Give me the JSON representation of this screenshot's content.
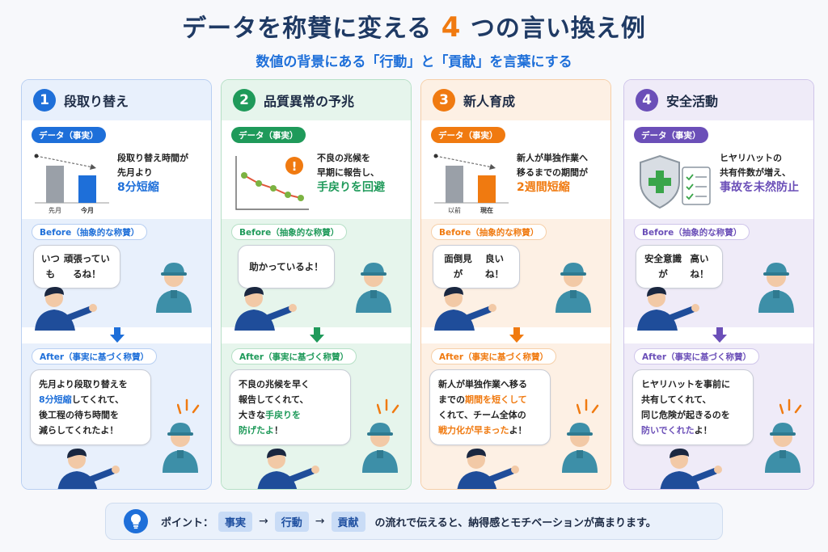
{
  "title": {
    "pre": "データを称賛に変える ",
    "num": "4",
    "post": " つの言い換え例"
  },
  "subtitle": "数値の背景にある「行動」と「貢献」を言葉にする",
  "labels": {
    "fact": "データ（事実）",
    "before": "Before（抽象的な称賛）",
    "after": "After（事実に基づく称賛）"
  },
  "columns": [
    {
      "num": "1",
      "title": "段取り替え",
      "accent": "#1e6fd9",
      "tint": "#e8f0fc",
      "border": "#b8cff2",
      "fact_line1": "段取り替え時間が",
      "fact_line2": "先月より",
      "fact_hi": "8分短縮",
      "chart_labels": [
        "先月",
        "今月"
      ],
      "before": [
        "いつも",
        "頑張っているね！"
      ],
      "after": [
        [
          {
            "t": "先月より段取り替えを"
          }
        ],
        [
          {
            "t": "8分短縮",
            "h": true
          },
          {
            "t": "してくれて、"
          }
        ],
        [
          {
            "t": "後工程の待ち時間を"
          }
        ],
        [
          {
            "t": "減らしてくれたよ！"
          }
        ]
      ]
    },
    {
      "num": "2",
      "title": "品質異常の予兆",
      "accent": "#1f9a5a",
      "tint": "#e6f5ec",
      "border": "#b6e0c6",
      "fact_line1": "不良の兆候を",
      "fact_line2": "早期に報告し、",
      "fact_hi": "手戻りを回避",
      "chart_labels": [],
      "before": [
        "助かっているよ！"
      ],
      "after": [
        [
          {
            "t": "不良の兆候を早く"
          }
        ],
        [
          {
            "t": "報告してくれて、"
          }
        ],
        [
          {
            "t": "大きな"
          },
          {
            "t": "手戻りを",
            "h": true
          }
        ],
        [
          {
            "t": "防げたよ",
            "h": true
          },
          {
            "t": "！"
          }
        ]
      ]
    },
    {
      "num": "3",
      "title": "新人育成",
      "accent": "#f07a10",
      "tint": "#fdf0e4",
      "border": "#f6cfa8",
      "fact_line1": "新人が単独作業へ",
      "fact_line2": "移るまでの期間が",
      "fact_hi": "2週間短縮",
      "chart_labels": [
        "以前",
        "現在"
      ],
      "before": [
        "面倒見が",
        "良いね！"
      ],
      "after": [
        [
          {
            "t": "新人が単独作業へ移る"
          }
        ],
        [
          {
            "t": "までの"
          },
          {
            "t": "期間を短くして",
            "h": true
          }
        ],
        [
          {
            "t": "くれて、チーム全体の"
          }
        ],
        [
          {
            "t": "戦力化が早まった",
            "h": true
          },
          {
            "t": "よ！"
          }
        ]
      ]
    },
    {
      "num": "4",
      "title": "安全活動",
      "accent": "#6b4fb8",
      "tint": "#efebf8",
      "border": "#cfc5ea",
      "fact_line1": "ヒヤリハットの",
      "fact_line2": "共有件数が増え、",
      "fact_hi": "事故を未然防止",
      "chart_labels": [],
      "before": [
        "安全意識が",
        "高いね！"
      ],
      "after": [
        [
          {
            "t": "ヒヤリハットを事前に"
          }
        ],
        [
          {
            "t": "共有してくれて、"
          }
        ],
        [
          {
            "t": "同じ危険が起きるのを"
          }
        ],
        [
          {
            "t": "防いでくれた",
            "h": true
          },
          {
            "t": "よ！"
          }
        ]
      ]
    }
  ],
  "bottom": {
    "lead": "ポイント：",
    "chips": [
      "事実",
      "行動",
      "貢献"
    ],
    "tail": "の流れで伝えると、納得感とモチベーションが高まります。"
  },
  "icons": [
    "lightbulb-icon",
    "shield-plus-icon",
    "clipboard-check-icon",
    "warning-icon",
    "arrow-down-icon"
  ]
}
